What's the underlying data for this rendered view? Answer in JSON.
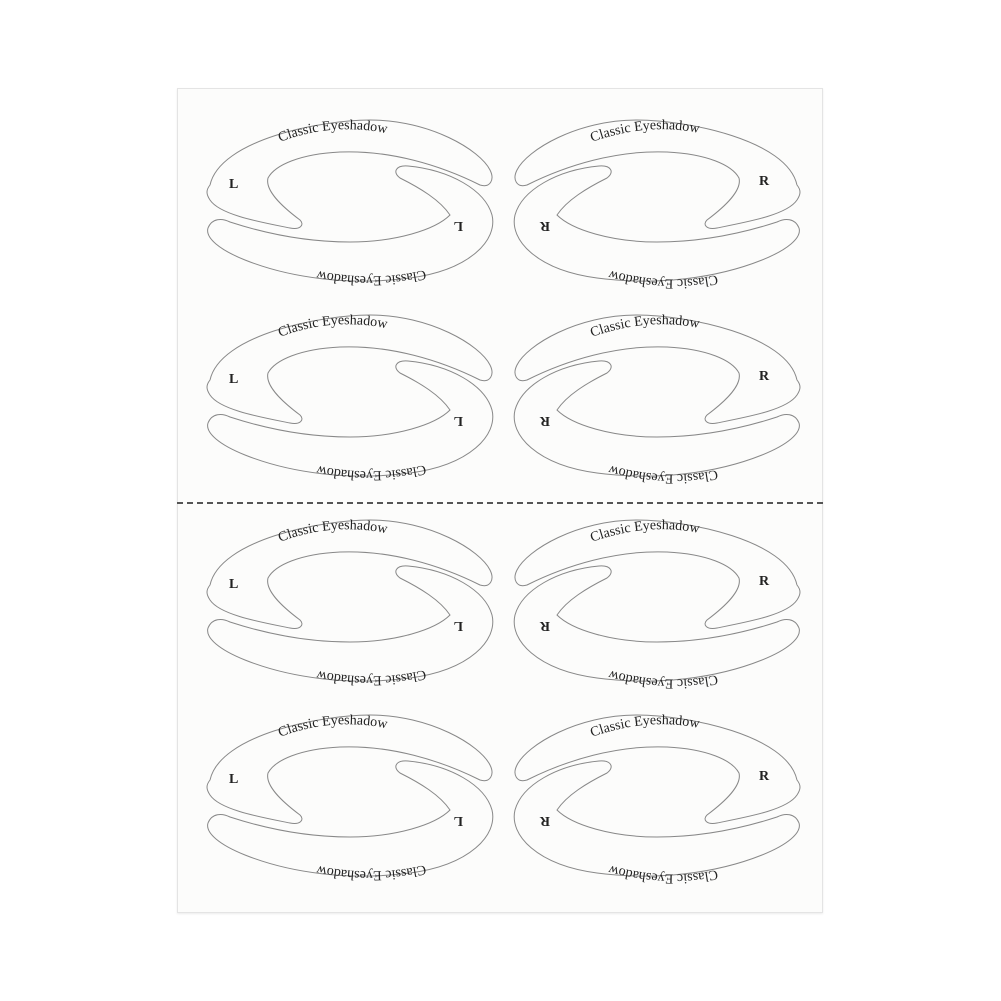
{
  "sheet": {
    "background": "#fcfcfb",
    "divider_style": "dashed",
    "stencil_text": "Classic Eyeshadow",
    "rows": [
      {
        "left": {
          "side_label": "L",
          "top_text": "Classic Eyeshadow",
          "bottom_text": "Classic Eyeshadow"
        },
        "right": {
          "side_label": "R",
          "top_text": "Classic Eyeshadow",
          "bottom_text": "Classic Eyeshadow"
        }
      },
      {
        "left": {
          "side_label": "L",
          "top_text": "Classic Eyeshadow",
          "bottom_text": "Classic Eyeshadow"
        },
        "right": {
          "side_label": "R",
          "top_text": "Classic Eyeshadow",
          "bottom_text": "Classic Eyeshadow"
        }
      },
      {
        "left": {
          "side_label": "L",
          "top_text": "Classic Eyeshadow",
          "bottom_text": "Classic Eyeshadow"
        },
        "right": {
          "side_label": "R",
          "top_text": "Classic Eyeshadow",
          "bottom_text": "Classic Eyeshadow"
        }
      },
      {
        "left": {
          "side_label": "L",
          "top_text": "Classic Eyeshadow",
          "bottom_text": "Classic Eyeshadow"
        },
        "right": {
          "side_label": "R",
          "top_text": "Classic Eyeshadow",
          "bottom_text": "Classic Eyeshadow"
        }
      }
    ]
  }
}
